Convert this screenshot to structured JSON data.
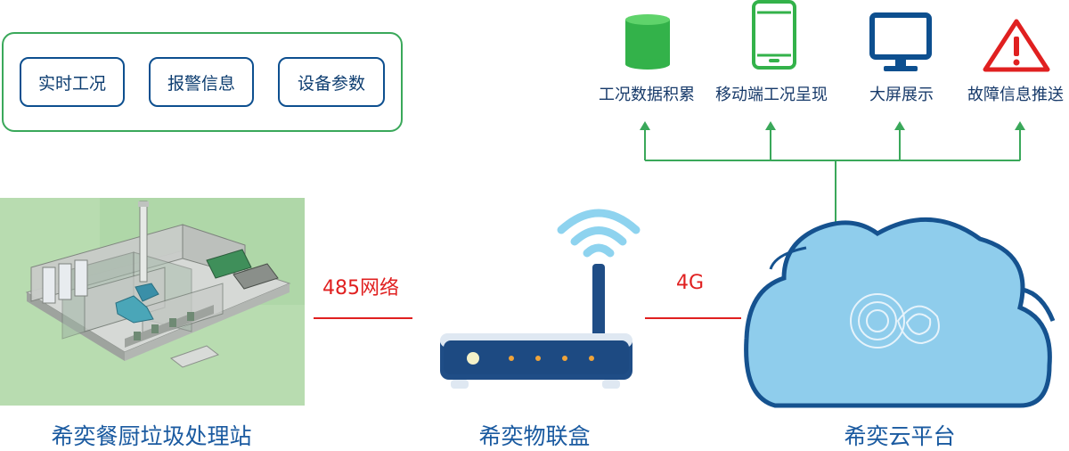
{
  "params_panel": {
    "buttons": [
      {
        "label": "实时工况"
      },
      {
        "label": "报警信息"
      },
      {
        "label": "设备参数"
      }
    ]
  },
  "outputs": [
    {
      "label": "工况数据积累",
      "icon": "database-icon"
    },
    {
      "label": "移动端工况呈现",
      "icon": "smartphone-icon"
    },
    {
      "label": "大屏展示",
      "icon": "monitor-icon"
    },
    {
      "label": "故障信息推送",
      "icon": "warning-icon"
    }
  ],
  "links": {
    "left": "485网络",
    "right": "4G"
  },
  "nodes": {
    "station": "希奕餐厨垃圾处理站",
    "box": "希奕物联盒",
    "cloud": "希奕云平台"
  },
  "colors": {
    "green": "#3aa85a",
    "navy": "#0d4f8f",
    "red": "#e02020",
    "cloud_fill": "#8fcdec",
    "router_body": "#1f4d86"
  }
}
